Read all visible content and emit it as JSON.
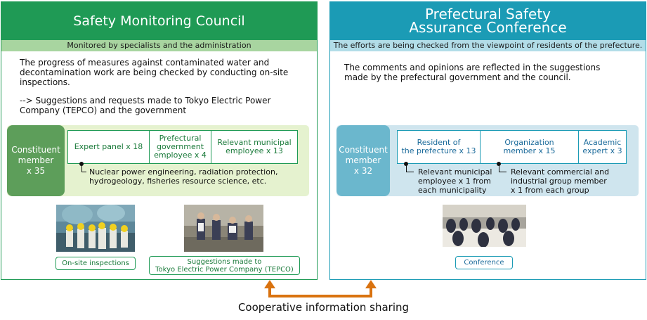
{
  "left": {
    "title": "Safety Monitoring Council",
    "subtitle": "Monitored by specialists and the administration",
    "para1": "The progress of measures against contaminated water and decontamination work are being checked by conducting on-site inspections.",
    "para2": "--> Suggestions and requests made to Tokyo Electric Power Company (TEPCO) and the government",
    "member_label": "Constituent\nmember\nx 35",
    "cells": [
      "Expert panel x 18",
      "Prefectural\ngovernment\nemployee x 4",
      "Relevant municipal\nemployee x 13"
    ],
    "note": "Nuclear power engineering, radiation protection,\nhydrogeology, fisheries resource science, etc.",
    "tag1": "On-site inspections",
    "tag2": "Suggestions made to\nTokyo Electric Power Company (TEPCO)"
  },
  "right": {
    "title": "Prefectural Safety\nAssurance Conference",
    "subtitle": "The efforts are being checked from the viewpoint of residents of the prefecture.",
    "para1": "The comments and opinions are reflected in the suggestions made by the prefectural government and the council.",
    "member_label": "Constituent\nmember\nx 32",
    "cells": [
      "Resident of\nthe prefecture x 13",
      "Organization\nmember x 15",
      "Academic\nexpert x 3"
    ],
    "note1": "Relevant municipal\nemployee x 1 from\neach municipality",
    "note2": "Relevant commercial and\nindustrial group member\nx 1 from each group",
    "tag1": "Conference"
  },
  "footer": {
    "sharing_label": "Cooperative information sharing"
  },
  "colors": {
    "left_accent": "#1f9a55",
    "right_accent": "#1b9bb5",
    "arrow": "#d9720f"
  }
}
